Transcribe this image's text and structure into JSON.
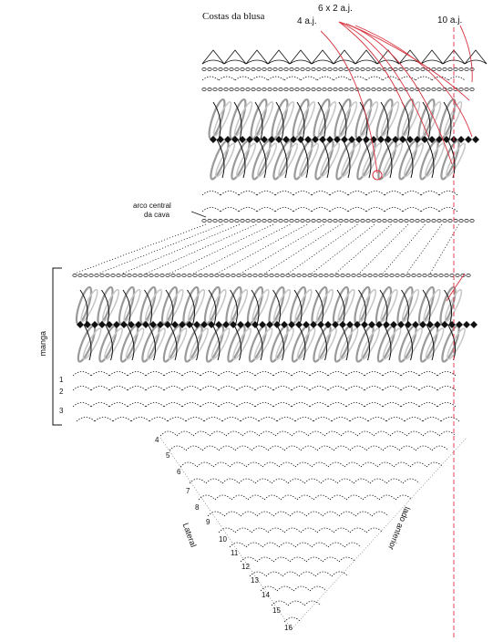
{
  "title": "Costas da blusa",
  "annotations": {
    "four": "4 a.j.",
    "six_x_two": "6 x 2 a.j.",
    "ten": "10 a.j.",
    "arc_line1": "arco central",
    "arc_line2": "da cava",
    "sleeve": "manga",
    "side": "Lateral",
    "front": "lado anterior"
  },
  "row_numbers": [
    "1",
    "2",
    "3",
    "4",
    "5",
    "6",
    "7",
    "8",
    "9",
    "10",
    "11",
    "12",
    "13",
    "14",
    "15",
    "16"
  ],
  "colors": {
    "ink": "#111111",
    "red": "#d6333f",
    "grey": "#9a9a9a",
    "light_grey": "#c8c8c8"
  }
}
